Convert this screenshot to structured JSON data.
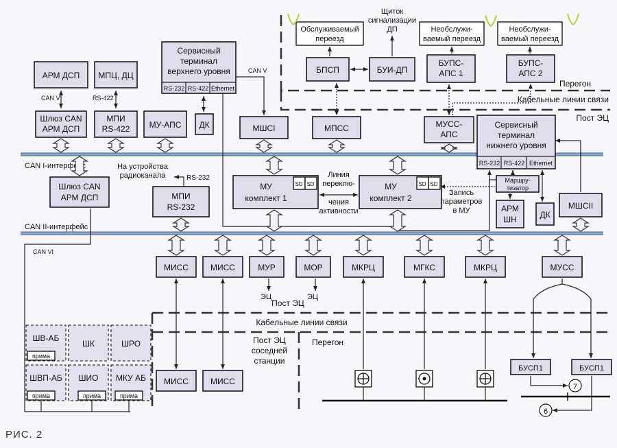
{
  "caption": "РИС. 2",
  "zones": {
    "peregon_top": "Перегон",
    "cable_top": "Кабельные линии связи",
    "post_ec_top": "Пост ЭЦ",
    "post_ec_mid": "Пост ЭЦ",
    "cable_bottom": "Кабельные линии связи",
    "peregon_bottom": "Перегон",
    "neighbour_station": [
      "Пост ЭЦ",
      "соседней",
      "станции"
    ]
  },
  "bus_labels": {
    "can1": "CAN I-интерфейс",
    "can2": "CAN II-интерфейс",
    "can5": "CAN V",
    "can5_right": "CAN V",
    "can6": "CAN VI",
    "rs422": "RS-422",
    "rs232": "RS-232"
  },
  "upper_blocks": {
    "arm_dsp": "АРМ ДСП",
    "mpc_dc": "МПЦ, ДЦ",
    "service_top": [
      "Сервисный",
      "терминал",
      "верхнего уровня"
    ],
    "service_top_ports": [
      "RS-232",
      "RS-422",
      "Ethernet"
    ],
    "gateway1": [
      "Шлюз CAN",
      "АРМ ДСП"
    ],
    "mpi422": [
      "МПИ",
      "RS-422"
    ],
    "mu_aps": "МУ-АПС",
    "dk_top": "ДК",
    "mshci": "МШСI",
    "mpss": "МПСС",
    "muss_aps": [
      "МУСС-",
      "АПС"
    ]
  },
  "crossing": {
    "shield": [
      "Щиток",
      "сигнализации",
      "ДП"
    ],
    "serviced": [
      "Обслуживаемый",
      "переезд"
    ],
    "unserviced1": [
      "Необслужи-",
      "ваемый переезд"
    ],
    "unserviced2": [
      "Необслужи-",
      "ваемый переезд"
    ],
    "bpsp": "БПСП",
    "bui": "БУИ-ДП",
    "bups1": [
      "БУПС-",
      "АПС 1"
    ],
    "bups2": [
      "БУПС-",
      "АПС 2"
    ]
  },
  "lower_service": {
    "title": [
      "Сервисный",
      "терминал",
      "нижнего уровня"
    ],
    "ports": [
      "RS-232",
      "RS-422",
      "Ethernet"
    ],
    "router": [
      "Маршру-",
      "тизатор"
    ],
    "arm_shn": [
      "АРМ",
      "ШН"
    ],
    "dk": "ДК",
    "mshcii": "МШСII"
  },
  "middle": {
    "radio_note": [
      "На устройства",
      "радиоканала"
    ],
    "gateway2": [
      "Шлюз CAN",
      "АРМ ДСП"
    ],
    "mpi232": [
      "МПИ",
      "RS-232"
    ],
    "mu1": [
      "МУ",
      "комплект 1"
    ],
    "mu2": [
      "МУ",
      "комплект 2"
    ],
    "sd": "SD",
    "switch_line": [
      "Линия",
      "переклю-",
      "чения",
      "активности"
    ],
    "record": [
      "Запись",
      "параметров",
      "в МУ"
    ]
  },
  "modules": {
    "miss1": "МИСС",
    "miss2": "МИСС",
    "mur": "МУР",
    "mor": "МОР",
    "mkrc1": "МКРЦ",
    "mgks": "МГКС",
    "mkrc2": "МКРЦ",
    "muss": "МУСС",
    "ec": "ЭЦ"
  },
  "remote": {
    "shv_ab": "ШВ-АБ",
    "shk": "ШК",
    "shro": "ШРО",
    "shvp_ab": "ШВП-АБ",
    "shio": "ШИО",
    "mku_ab": "МКУ АБ",
    "prima": "прима",
    "miss_n1": "МИСС",
    "miss_n2": "МИСС",
    "busp1": "БУСП1",
    "busp2": "БУСП1",
    "n7": "7",
    "n6": "6"
  }
}
